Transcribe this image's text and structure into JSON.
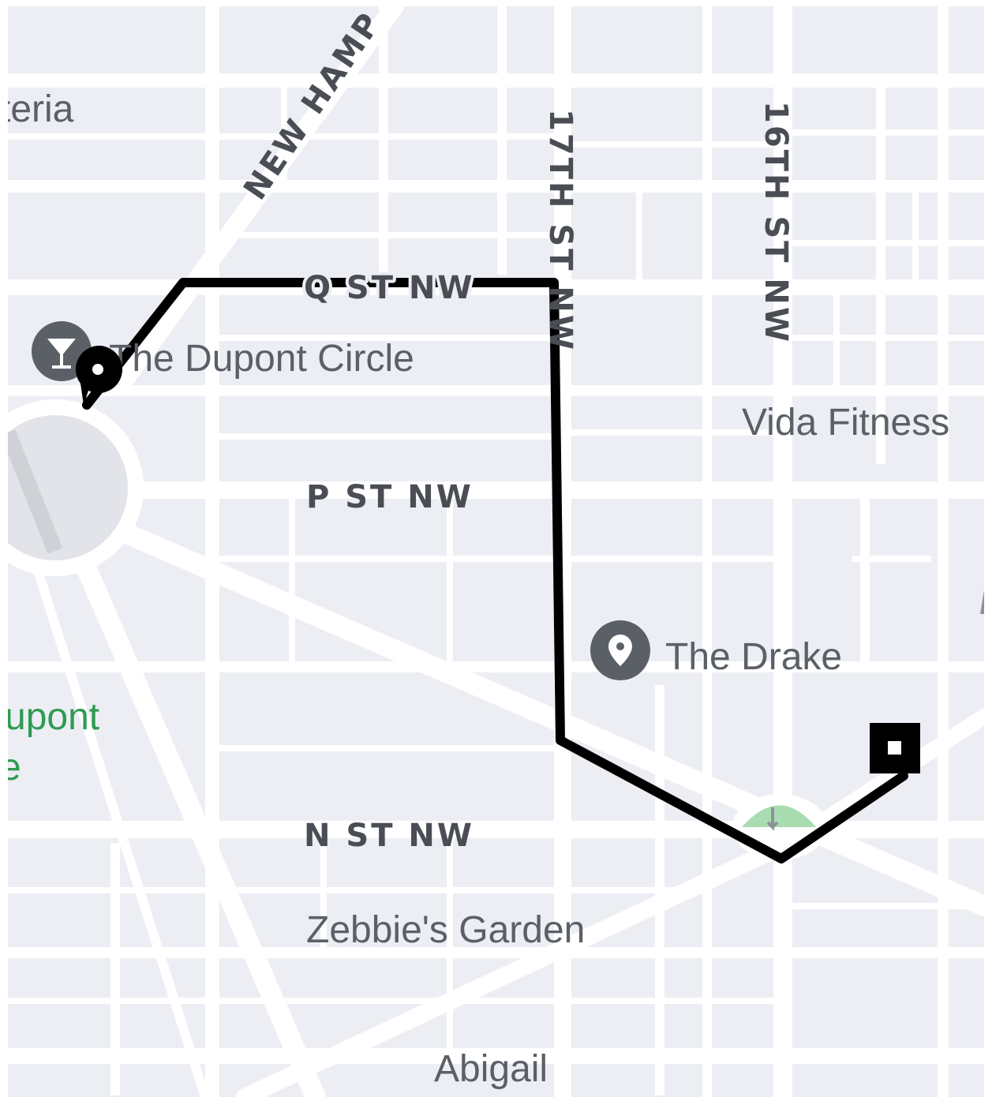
{
  "colors": {
    "background": "#eceef4",
    "road": "#ffffff",
    "route": "#000000",
    "poi_icon": "#5b6067",
    "park": "#2f9a52",
    "park_fill": "#a9dcb0"
  },
  "map": {
    "streets": {
      "new_hampshire": "NEW HAMP",
      "q_st": "Q ST NW",
      "seventeenth": "17TH ST NW",
      "sixteenth": "16TH ST NW",
      "p_st": "P ST NW",
      "n_st": "N ST NW"
    },
    "places": {
      "partial_top_left": "teria",
      "dupont_circle": "The Dupont Circle",
      "vida_fitness": "Vida Fitness",
      "the_drake": "The Drake",
      "zebbies_garden": "Zebbie's Garden",
      "abigail": "Abigail"
    },
    "park_partial": {
      "line1": "upont",
      "line2": "e"
    },
    "icons": {
      "bar": "cocktail-icon",
      "origin": "origin-pin-icon",
      "poi": "location-pin-icon",
      "destination": "destination-square-icon",
      "park": "park-arrow-icon"
    }
  }
}
